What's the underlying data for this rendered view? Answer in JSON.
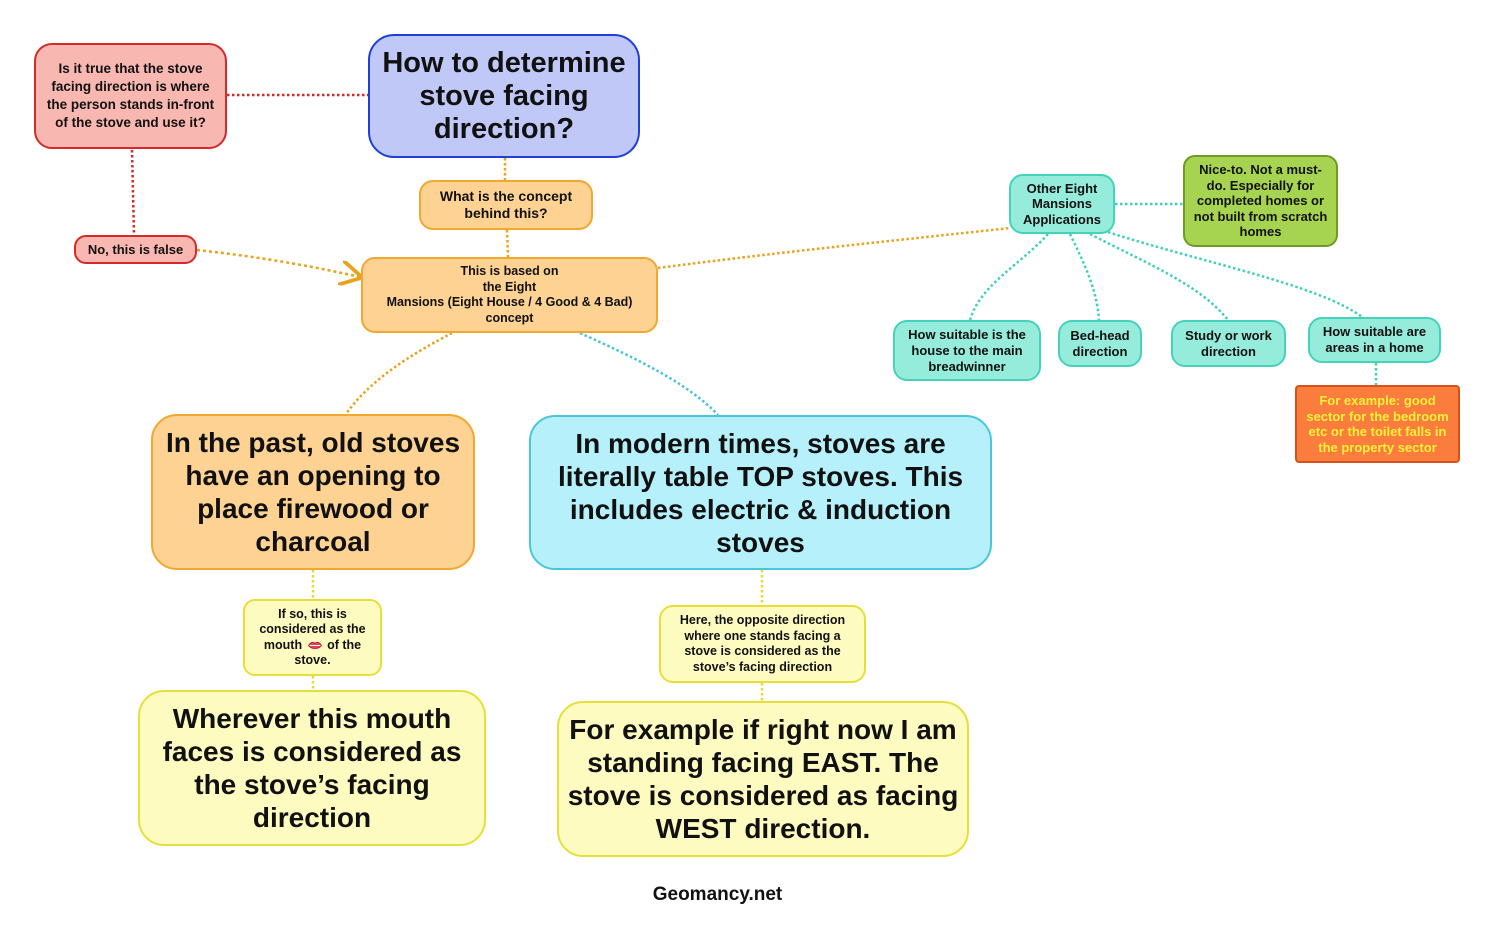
{
  "root": {
    "title": "How to determine stove facing direction?"
  },
  "question_node": {
    "text": "Is it true that the stove facing direction is where the person stands in-front of the stove and use it?"
  },
  "answer_node": {
    "text": "No, this is false"
  },
  "concept_question": {
    "text": "What is the concept behind this?"
  },
  "concept_node": {
    "lines": [
      "This is based on",
      "the Eight",
      "Mansions (Eight House / 4 Good & 4 Bad)",
      "concept"
    ]
  },
  "past_node": {
    "text": "In the past, old stoves have an opening to place firewood or charcoal"
  },
  "mouth_note": {
    "before": "If so, this is considered as the mouth",
    "after": "of the stove.",
    "icon": "lips-icon"
  },
  "wherever_node": {
    "text": "Wherever this mouth faces is considered as the stove’s facing direction"
  },
  "modern_node": {
    "text": "In modern times, stoves are literally table TOP stoves. This includes electric & induction stoves"
  },
  "opposite_note": {
    "text": "Here, the opposite direction where one stands facing a stove is considered as the stove’s facing direction"
  },
  "example_node": {
    "text": "For example if right now I am standing facing EAST. The stove is considered as facing WEST direction."
  },
  "applications": {
    "hub": "Other Eight Mansions Applications",
    "note": "Nice-to. Not a must-do. Especially for completed homes or not built from scratch homes",
    "items": [
      "How suitable is the house to the main breadwinner",
      "Bed-head direction",
      "Study or work direction",
      "How suitable are areas in a home"
    ],
    "areas_example": "For example: good sector for the bedroom etc or the toilet falls in the property sector"
  },
  "footer": {
    "text": "Geomancy.net"
  },
  "colors": {
    "red_border": "#d42a2a",
    "blue_border": "#1f3fd6",
    "orange_line": "#e8a21c",
    "yellow_line": "#e6dc2e",
    "cyan_line": "#41c4dc",
    "teal_line": "#3fd0ba"
  }
}
